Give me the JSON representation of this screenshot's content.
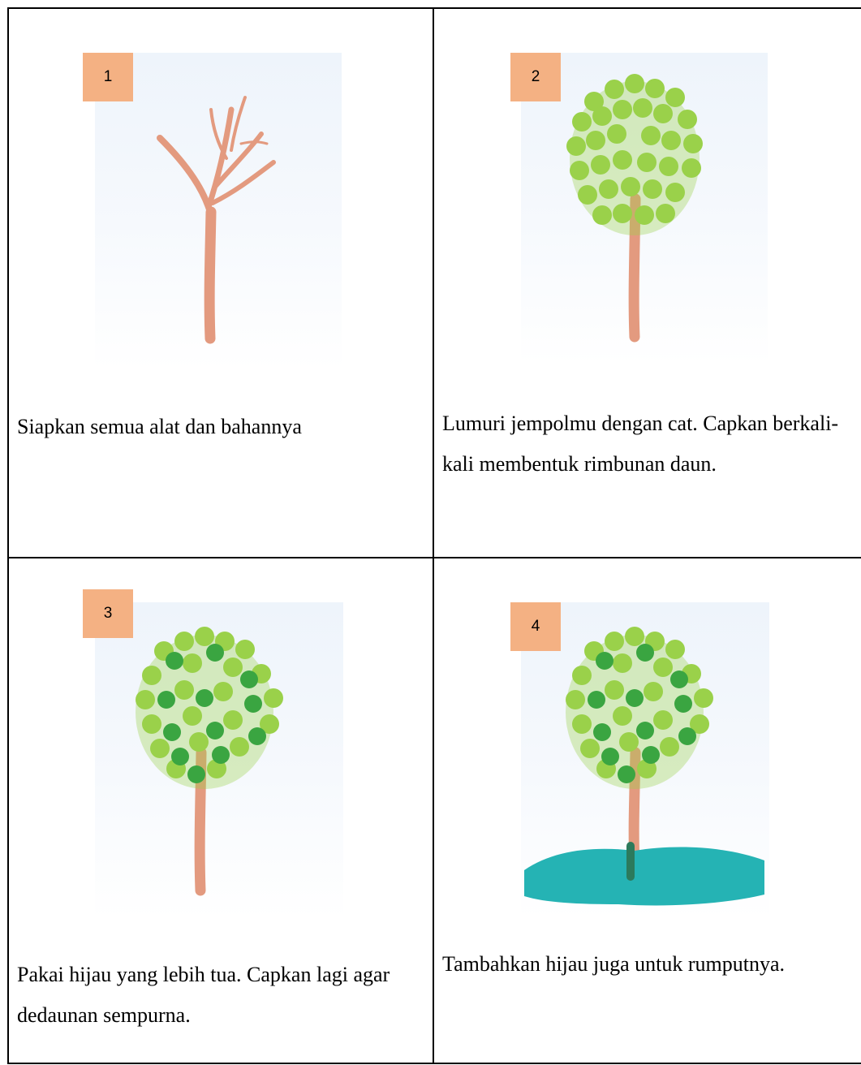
{
  "steps": [
    {
      "number": "1",
      "caption": "Siapkan semua alat dan bahannya",
      "illustration": "tree-branches-only"
    },
    {
      "number": "2",
      "caption": "Lumuri jempolmu dengan cat. Capkan berkali-kali membentuk rimbunan daun.",
      "illustration": "tree-light-green-leaves"
    },
    {
      "number": "3",
      "caption": "Pakai hijau yang lebih tua. Capkan lagi agar dedaunan sempurna.",
      "illustration": "tree-dark-green-leaves"
    },
    {
      "number": "4",
      "caption": "Tambahkan hijau juga untuk rumputnya.",
      "illustration": "tree-with-grass"
    }
  ],
  "colors": {
    "badge": "#f4b183",
    "trunk": "#e39a7f",
    "leaf_light": "#9ad14a",
    "leaf_dark": "#3aa541",
    "grass": "#25b3b4"
  }
}
